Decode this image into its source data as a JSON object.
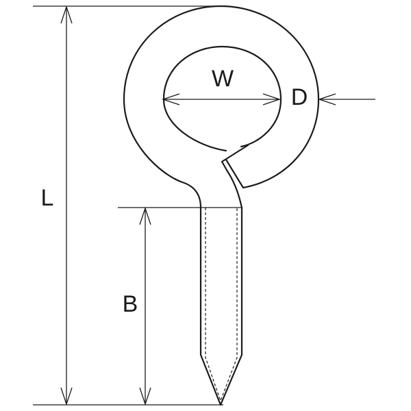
{
  "diagram": {
    "labels": {
      "L": "L",
      "W": "W",
      "D": "D",
      "B": "B"
    }
  }
}
